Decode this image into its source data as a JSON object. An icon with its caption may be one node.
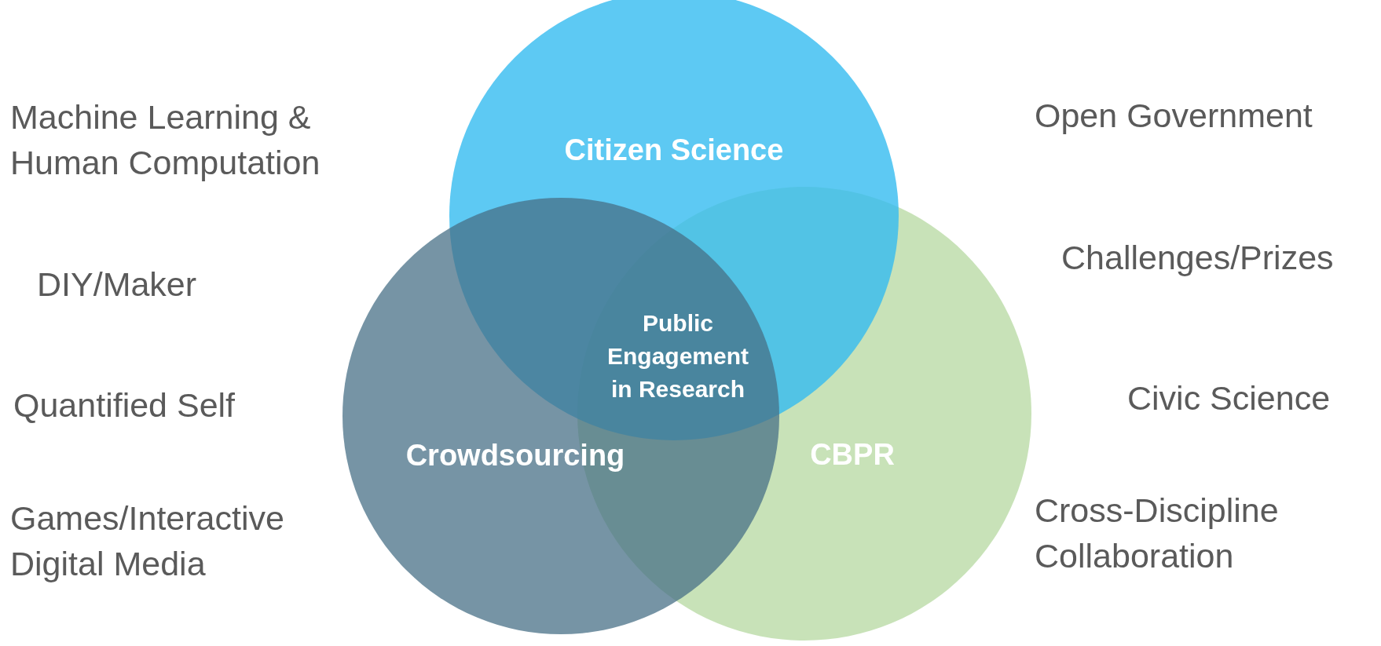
{
  "diagram": {
    "nodes": [
      {
        "text": [
          "Citizen Science"
        ]
      },
      {
        "text": [
          "Crowdsourcing"
        ]
      },
      {
        "text": [
          "CBPR"
        ]
      }
    ],
    "labels": [
      "Machine Learning & Human Computation",
      "Open Government",
      "Challenges/Prizes",
      "DIY/Maker",
      "Public Engagement in Research",
      "Quantified Self",
      "Civic Science",
      "Games/Interactive Digital Media",
      "Cross-Discipline Collaboration"
    ]
  }
}
